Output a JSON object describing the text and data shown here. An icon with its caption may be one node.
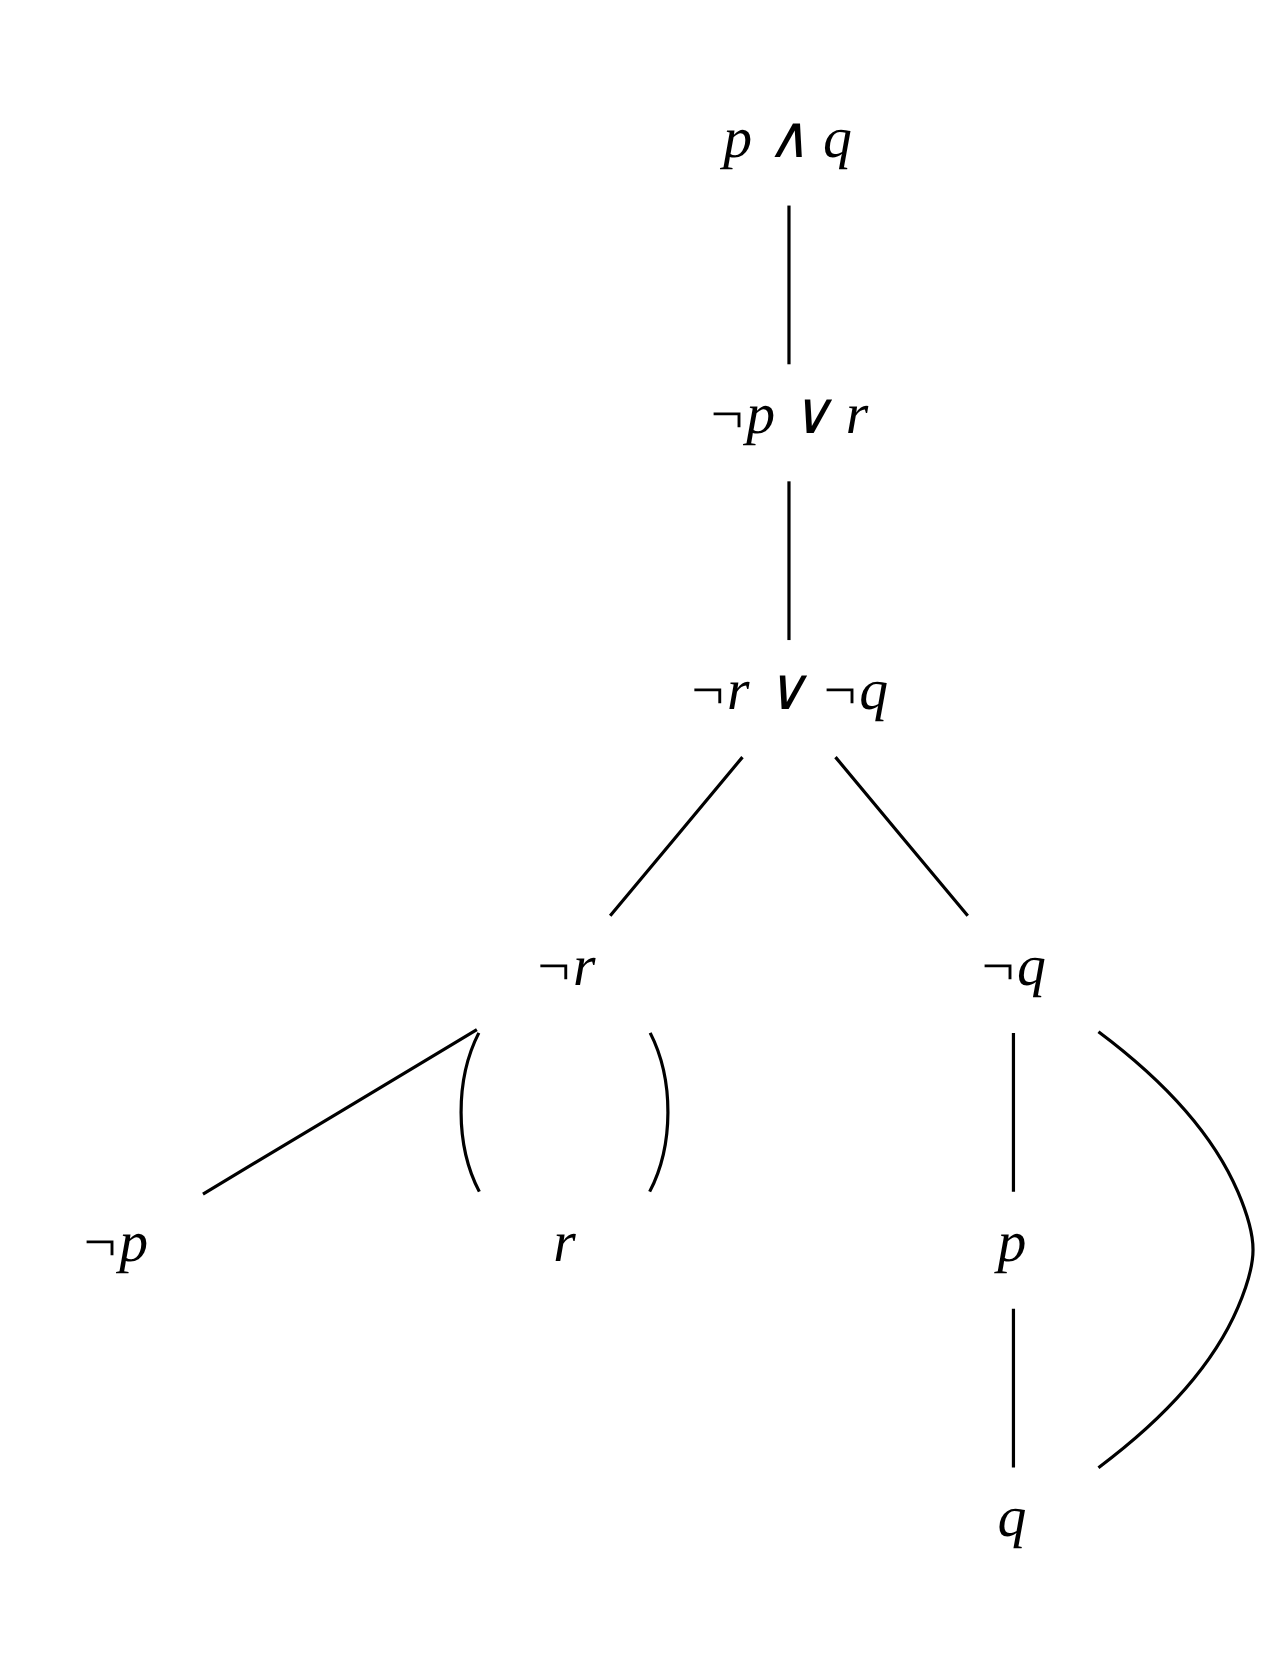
{
  "diagram": {
    "nodes": [
      {
        "text": [
          "p ∧ q"
        ]
      },
      {
        "text": [
          "¬p ∨ r"
        ]
      },
      {
        "text": [
          "¬r ∨ ¬q"
        ]
      },
      {
        "text": [
          "¬r"
        ]
      },
      {
        "text": [
          "¬q"
        ]
      },
      {
        "text": [
          "¬p"
        ]
      },
      {
        "text": [
          "r"
        ]
      },
      {
        "text": [
          "p"
        ]
      },
      {
        "text": [
          "q"
        ]
      }
    ],
    "edges": [
      {
        "from": 0,
        "to": 1,
        "arrow": "none"
      },
      {
        "from": 1,
        "to": 2,
        "arrow": "none"
      },
      {
        "from": 2,
        "to": 3,
        "arrow": "none"
      },
      {
        "from": 2,
        "to": 4,
        "arrow": "none"
      },
      {
        "from": 3,
        "to": 5,
        "arrow": "none"
      },
      {
        "from": 3,
        "to": 6,
        "arrow": "none"
      },
      {
        "from": 3,
        "to": 6,
        "arrow": "none"
      },
      {
        "from": 4,
        "to": 7,
        "arrow": "none"
      },
      {
        "from": 7,
        "to": 8,
        "arrow": "none"
      },
      {
        "from": 4,
        "to": 8,
        "arrow": "none"
      }
    ]
  }
}
